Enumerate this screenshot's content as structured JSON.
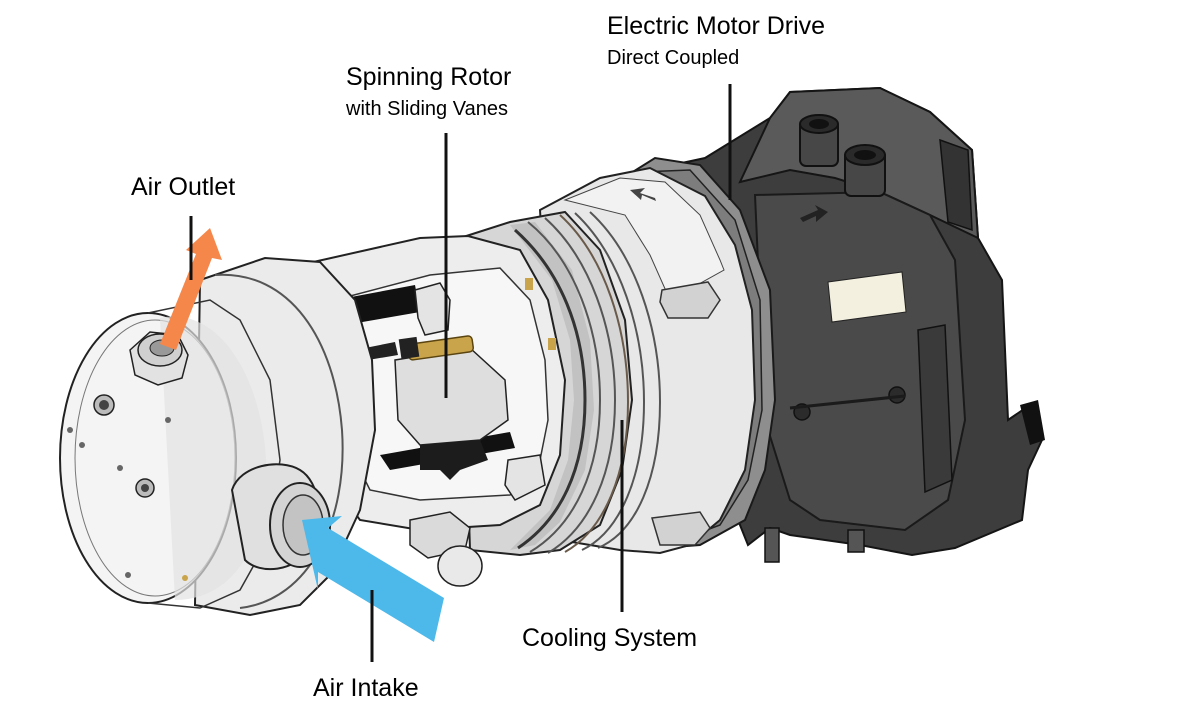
{
  "labels": {
    "motor": {
      "title": "Electric Motor Drive",
      "subtitle": "Direct Coupled"
    },
    "rotor": {
      "title": "Spinning Rotor",
      "subtitle": "with Sliding Vanes"
    },
    "outlet": {
      "title": "Air Outlet"
    },
    "cooling": {
      "title": "Cooling System"
    },
    "intake": {
      "title": "Air Intake"
    }
  },
  "colors": {
    "outlet_arrow": "#f5874a",
    "intake_arrow": "#4db8ea",
    "motor_body": "#3d3d3d",
    "housing": "#e6e6e6",
    "outline": "#222222",
    "leader": "#111111"
  }
}
